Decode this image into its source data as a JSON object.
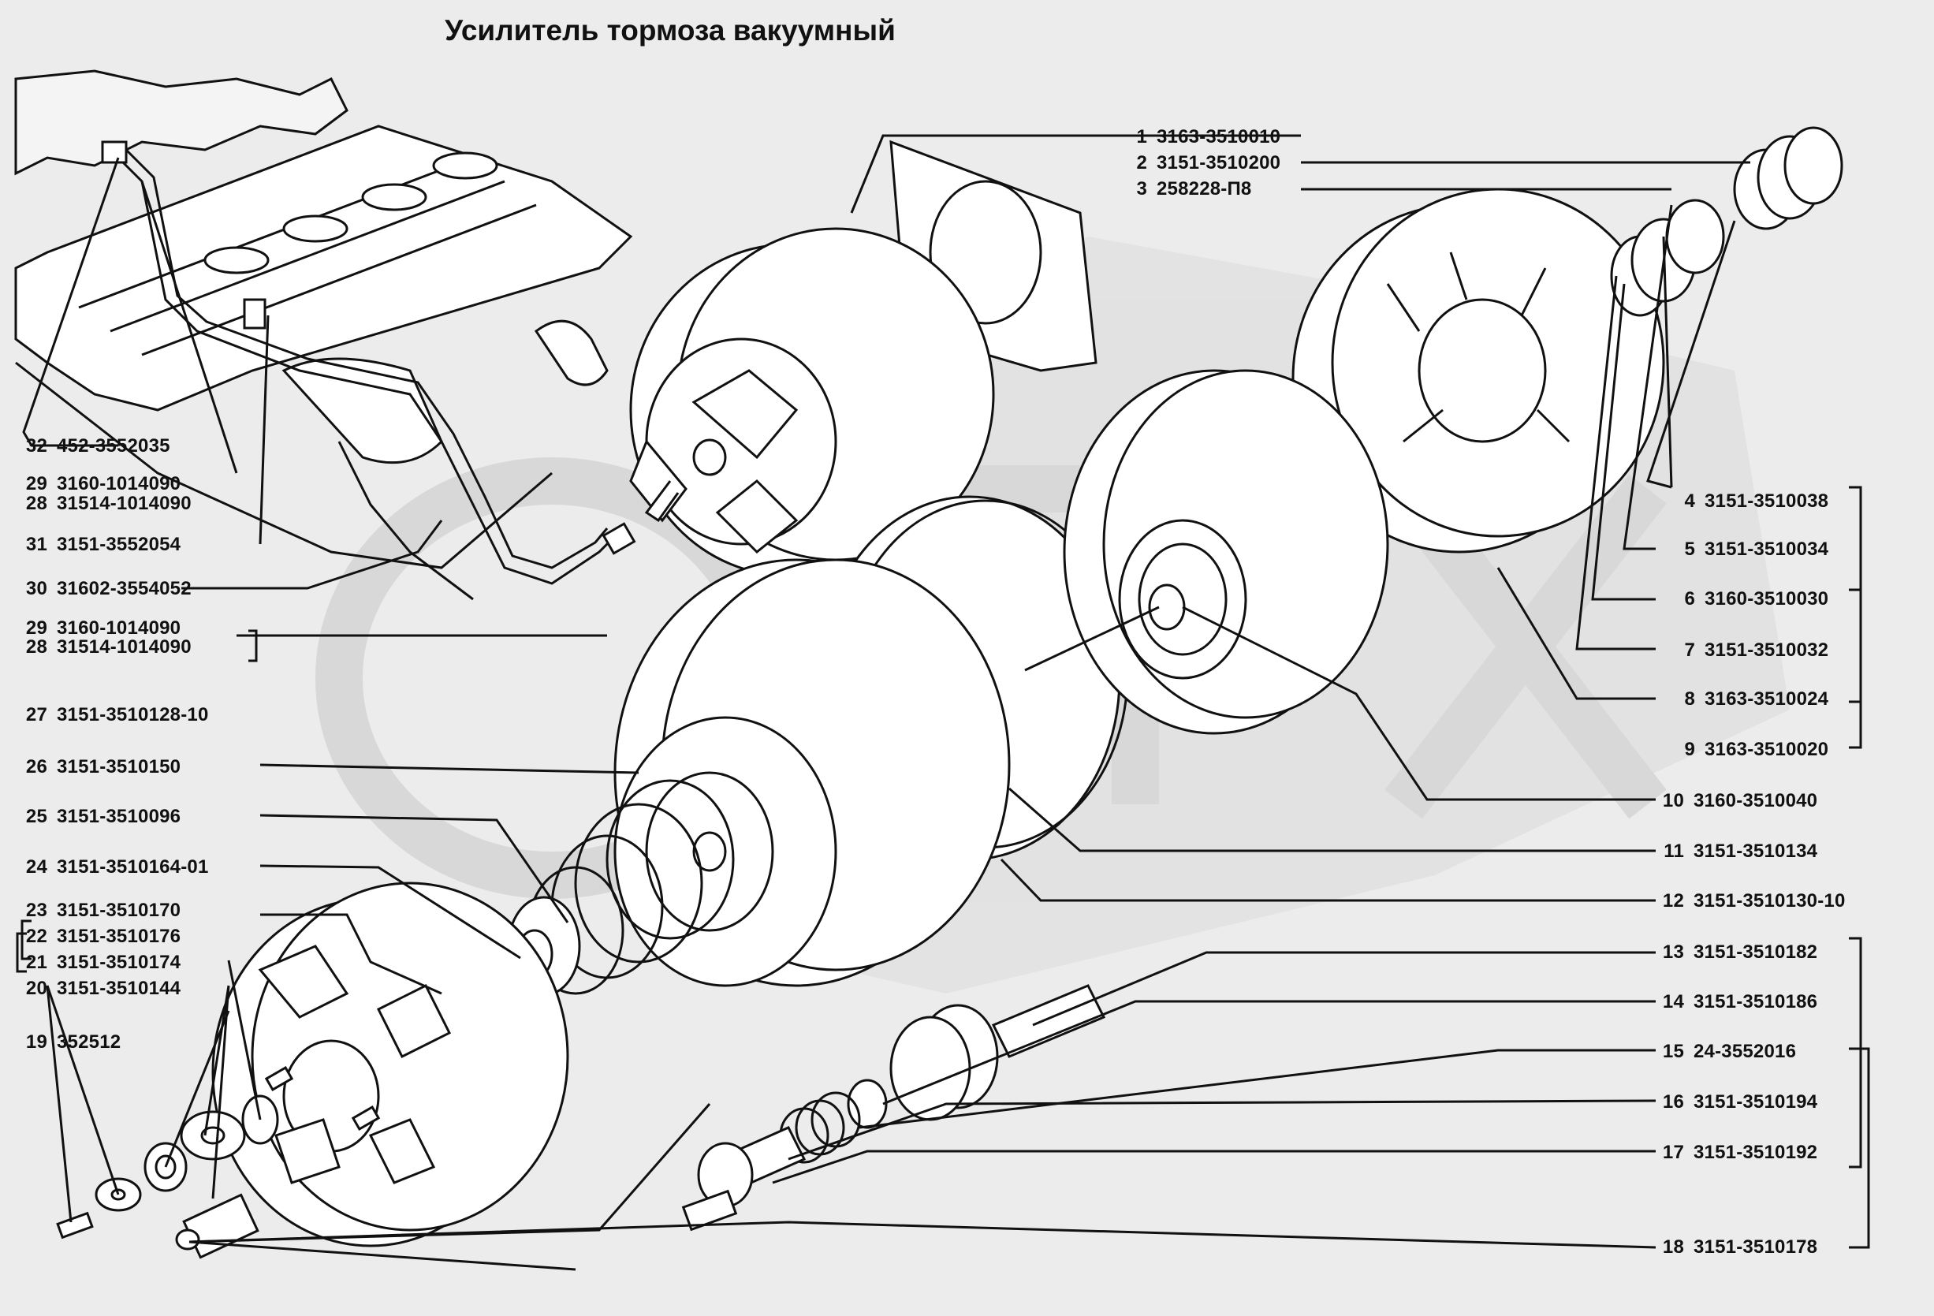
{
  "title": "Усилитель тормоза вакуумный",
  "watermark": "ОЛХ",
  "colors": {
    "background": "#ececec",
    "watermark": "#d4d4d4",
    "lines": "#111111",
    "parts": "#ffffff"
  },
  "parts": [
    {
      "num": "1",
      "code": "3163-3510010"
    },
    {
      "num": "2",
      "code": "3151-3510200"
    },
    {
      "num": "3",
      "code": "258228-П8"
    },
    {
      "num": "4",
      "code": "3151-3510038"
    },
    {
      "num": "5",
      "code": "3151-3510034"
    },
    {
      "num": "6",
      "code": "3160-3510030"
    },
    {
      "num": "7",
      "code": "3151-3510032"
    },
    {
      "num": "8",
      "code": "3163-3510024"
    },
    {
      "num": "9",
      "code": "3163-3510020"
    },
    {
      "num": "10",
      "code": "3160-3510040"
    },
    {
      "num": "11",
      "code": "3151-3510134"
    },
    {
      "num": "12",
      "code": "3151-3510130-10"
    },
    {
      "num": "13",
      "code": "3151-3510182"
    },
    {
      "num": "14",
      "code": "3151-3510186"
    },
    {
      "num": "15",
      "code": "24-3552016"
    },
    {
      "num": "16",
      "code": "3151-3510194"
    },
    {
      "num": "17",
      "code": "3151-3510192"
    },
    {
      "num": "18",
      "code": "3151-3510178"
    },
    {
      "num": "19",
      "code": "352512"
    },
    {
      "num": "20",
      "code": "3151-3510144"
    },
    {
      "num": "21",
      "code": "3151-3510174"
    },
    {
      "num": "22",
      "code": "3151-3510176"
    },
    {
      "num": "23",
      "code": "3151-3510170"
    },
    {
      "num": "24",
      "code": "3151-3510164-01"
    },
    {
      "num": "25",
      "code": "3151-3510096"
    },
    {
      "num": "26",
      "code": "3151-3510150"
    },
    {
      "num": "27",
      "code": "3151-3510128-10"
    },
    {
      "num": "28",
      "code": "31514-1014090"
    },
    {
      "num": "29",
      "code": "3160-1014090"
    },
    {
      "num": "30",
      "code": "31602-3554052"
    },
    {
      "num": "31",
      "code": "3151-3552054"
    },
    {
      "num": "32",
      "code": "452-3552035"
    },
    {
      "num": "29",
      "code": "3160-1014090"
    },
    {
      "num": "28",
      "code": "31514-1014090"
    }
  ]
}
